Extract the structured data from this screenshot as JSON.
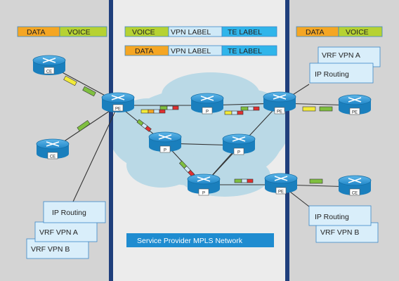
{
  "colors": {
    "zone_bg": "#d4d4d4",
    "cloud": "#bad9e6",
    "divider": "#1f3f7c",
    "box_fill": "#d9eefa",
    "box_stroke": "#3b87c7",
    "router_blue": "#1a7fbd",
    "data_orange": "#f5a623",
    "voice_green": "#b6d232",
    "vpn_label_blue": "#cfe9f7",
    "te_label_cyan": "#30b5ea",
    "sp_banner": "#1f8cd0"
  },
  "left_header": {
    "data": "DATA",
    "voice": "VOICE"
  },
  "center_headers": [
    {
      "first": "VOICE",
      "vpn": "VPN LABEL",
      "te": "TE LABEL"
    },
    {
      "first": "DATA",
      "vpn": "VPN LABEL",
      "te": "TE LABEL"
    }
  ],
  "right_header": {
    "data": "DATA",
    "voice": "VOICE"
  },
  "routers": {
    "ce_top_left": "CE",
    "ce_bottom_left": "CE",
    "pe_left": "PE",
    "p_top": "P",
    "p_left": "P",
    "p_center": "P",
    "p_bottom": "P",
    "pe_top_right": "PE",
    "pe_bottom_right": "PE",
    "pe_far_right": "PE",
    "ce_bottom_right": "CE"
  },
  "left_stack": {
    "ip_routing": "IP Routing",
    "vrf_a": "VRF VPN A",
    "vrf_b": "VRF VPN B"
  },
  "right_top_stack": {
    "vrf_a": "VRF VPN A",
    "ip_routing": "IP Routing"
  },
  "right_bottom_stack": {
    "ip_routing": "IP Routing",
    "vrf_b": "VRF VPN B"
  },
  "sp_banner": "Service Provider MPLS Network"
}
